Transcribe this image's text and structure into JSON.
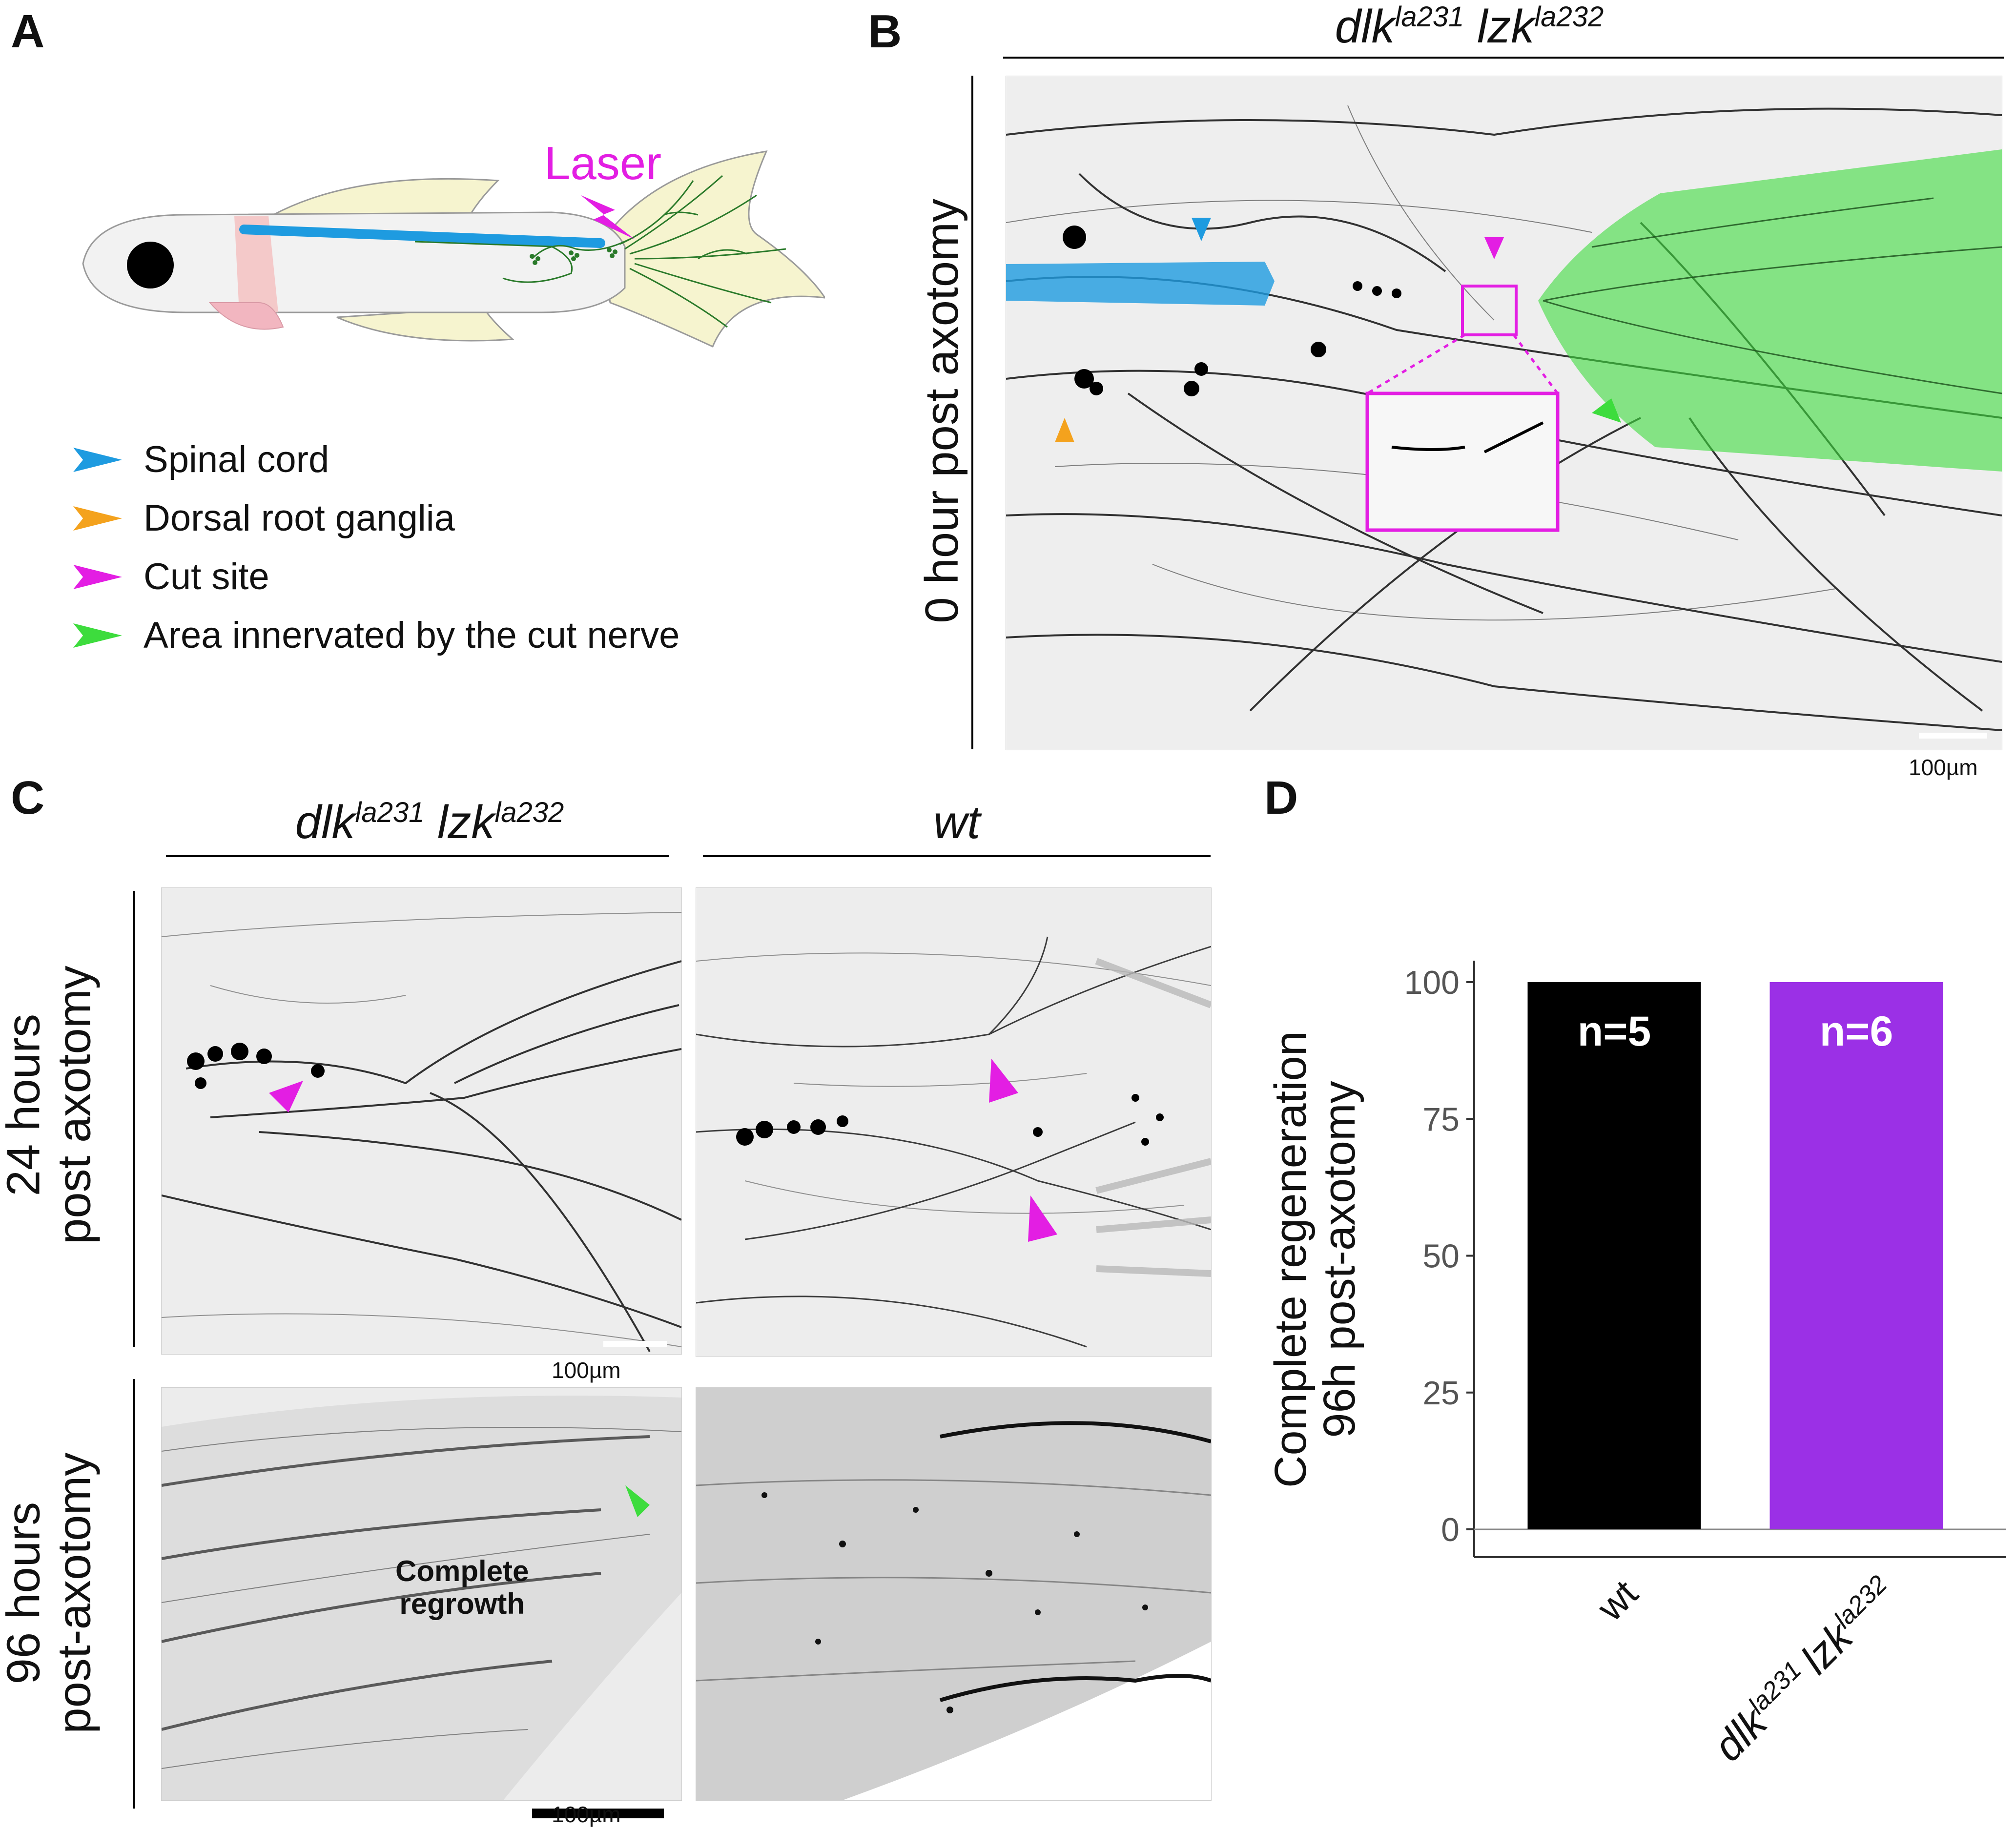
{
  "panel_labels": {
    "a": "A",
    "b": "B",
    "c": "C",
    "d": "D"
  },
  "panel_a": {
    "laser_label": "Laser",
    "legend": [
      {
        "label": "Spinal cord",
        "color": "#1e9be0"
      },
      {
        "label": "Dorsal root ganglia",
        "color": "#f4a21d"
      },
      {
        "label": "Cut site",
        "color": "#e31ee3"
      },
      {
        "label": "Area innervated by the cut nerve",
        "color": "#3ddc3d"
      }
    ]
  },
  "panel_b": {
    "genotype": {
      "dlk": "dlk",
      "dlk_allele": "la231",
      "lzk": "lzk",
      "lzk_allele": "la232"
    },
    "row_label": "0 hour post axotomy",
    "scale_bar": "100µm"
  },
  "panel_c": {
    "col_mutant": {
      "dlk": "dlk",
      "dlk_allele": "la231",
      "lzk": "lzk",
      "lzk_allele": "la232"
    },
    "col_wt": "wt",
    "row1_label_line1": "24 hours",
    "row1_label_line2": "post axotomy",
    "row2_label_line1": "96 hours",
    "row2_label_line2": "post-axotomy",
    "scale_bar_top": "100µm",
    "scale_bar_bottom": "100µm",
    "annotation_line1": "Complete",
    "annotation_line2": "regrowth"
  },
  "colors": {
    "mutant_bar": "#9b30e6",
    "wt_bar": "#000000",
    "spinal_cord": "#1e9be0",
    "innervated": "#3ddc3d",
    "cut_site": "#e31ee3",
    "drg": "#f4a21d"
  },
  "chart_data": {
    "type": "bar",
    "categories": [
      "wt",
      "dlk la231 lzk la232"
    ],
    "values": [
      100,
      100
    ],
    "bar_labels": [
      "n=5",
      "n=6"
    ],
    "ylabel_line1": "Complete regeneration",
    "ylabel_line2": "96h post-axotomy",
    "yticks": [
      0,
      25,
      50,
      75,
      100
    ],
    "ylim": [
      0,
      100
    ],
    "xtick_wt": "wt",
    "xtick_mutant": {
      "dlk": "dlk",
      "dlk_allele": "la231",
      "lzk": "lzk",
      "lzk_allele": "la232"
    },
    "grid": false,
    "legend": "none"
  }
}
